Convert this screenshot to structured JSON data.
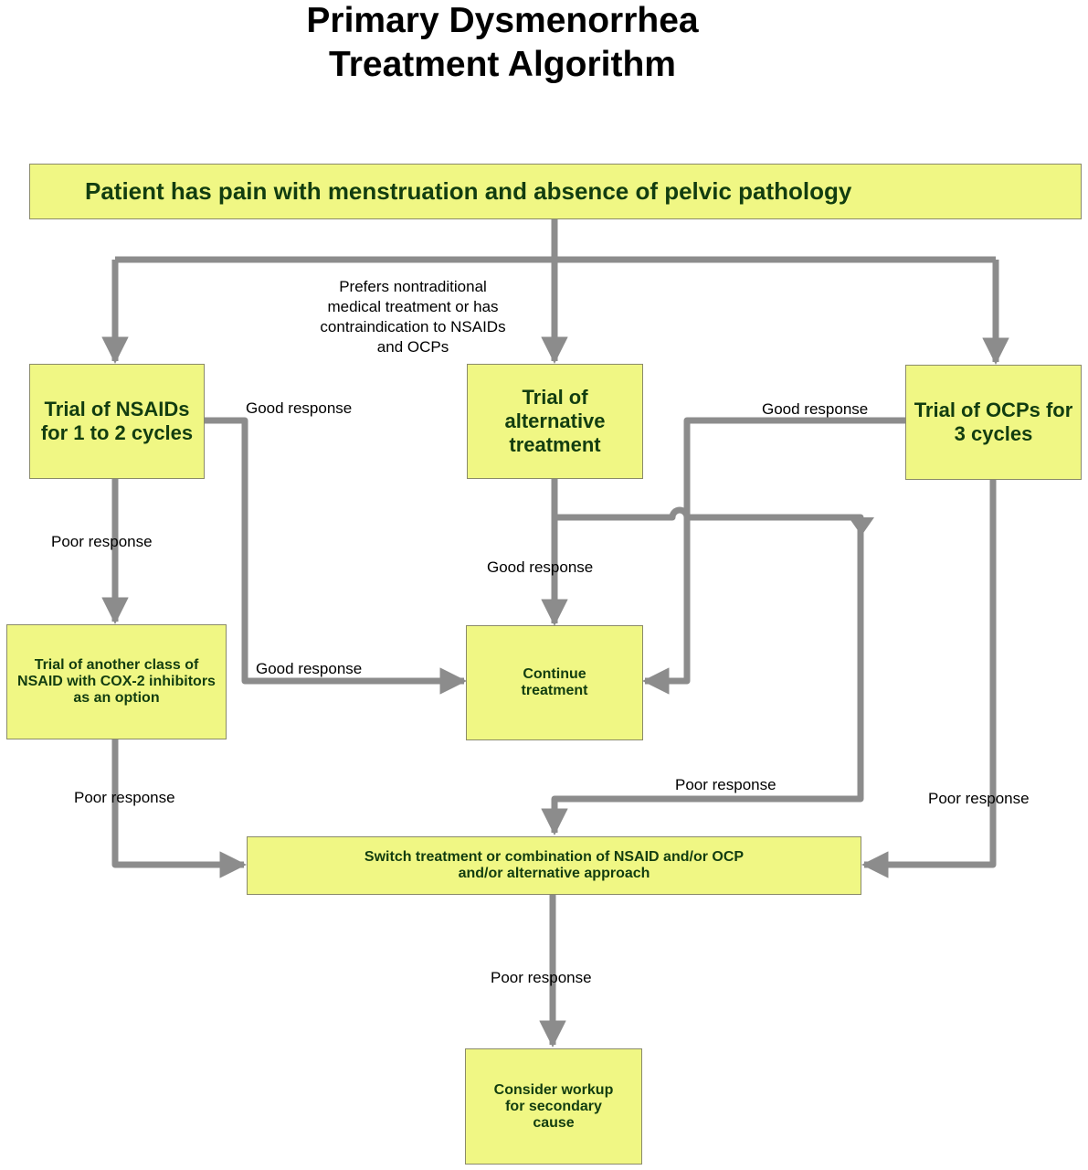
{
  "title": {
    "line1": "Primary Dysmenorrhea",
    "line2": "Treatment Algorithm"
  },
  "nodes": {
    "start": "Patient has pain with menstruation and absence of pelvic pathology",
    "nsaids": "Trial of NSAIDs for 1 to 2 cycles",
    "alternative": "Trial of alternative treatment",
    "ocps": "Trial of OCPs for 3 cycles",
    "another_nsaid": "Trial of another class of NSAID with COX-2 inhibitors as an option",
    "continue": "Continue treatment",
    "switch": "Switch treatment or combination of NSAID and/or OCP and/or alternative approach",
    "workup": "Consider workup for secondary cause"
  },
  "edge_labels": {
    "prefers": "Prefers nontraditional medical treatment or has contraindication to NSAIDs and OCPs",
    "nsaids_good": "Good response",
    "ocps_good": "Good response",
    "nsaids_poor": "Poor response",
    "alternative_good": "Good response",
    "another_good": "Good response",
    "another_poor": "Poor response",
    "alternative_poor": "Poor response",
    "ocps_poor": "Poor response",
    "switch_poor": "Poor response"
  },
  "colors": {
    "box_fill": "#f0f784",
    "box_text": "#123d10",
    "arrow": "#8c8c8c"
  }
}
